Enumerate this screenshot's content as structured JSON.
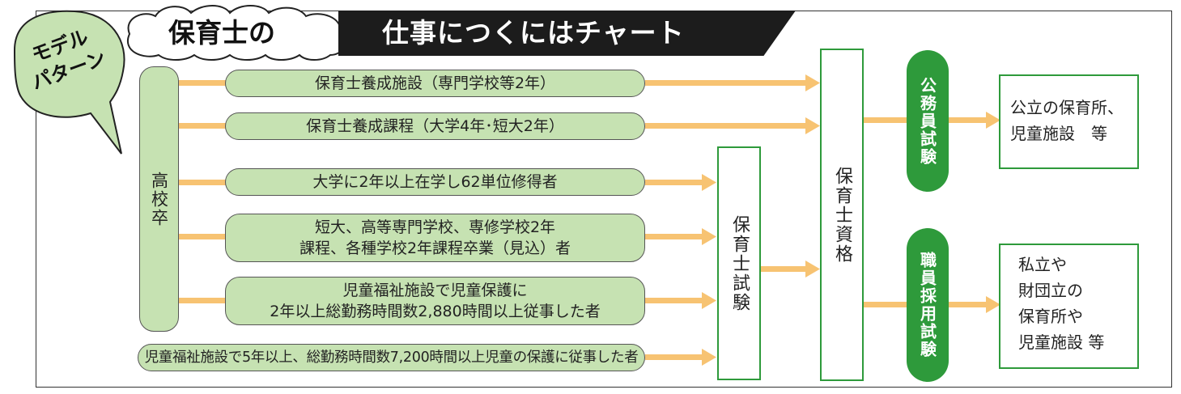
{
  "header": {
    "bubble_line1": "モデル",
    "bubble_line2": "パターン",
    "cloud_title": "保育士の",
    "banner_title": "仕事につくにはチャート"
  },
  "left": {
    "high_school": "高校卒"
  },
  "routes": [
    {
      "text": "保育士養成施設（専門学校等2年）"
    },
    {
      "text": "保育士養成課程（大学4年･短大2年）"
    },
    {
      "text": "大学に2年以上在学し62単位修得者"
    },
    {
      "line1": "短大、高等専門学校、専修学校2年",
      "line2": "課程、各種学校2年課程卒業（見込）者"
    },
    {
      "line1": "児童福祉施設で児童保護に",
      "line2": "2年以上総勤務時間数2,880時間以上従事した者"
    },
    {
      "text": "児童福祉施設で5年以上、総勤務時間数7,200時間以上児童の保護に従事した者"
    }
  ],
  "exam_box": "保育士試験",
  "qualification": "保育士資格",
  "exams": {
    "public": "公務員試験",
    "private": "職員採用試験"
  },
  "destinations": {
    "public_line1": "公立の保育所、",
    "public_line2": "児童施設　等",
    "private_line1": "私立や",
    "private_line2": "財団立の",
    "private_line3": "保育所や",
    "private_line4": "児童施設 等"
  },
  "colors": {
    "pill_green": "#c6e2b2",
    "dark_green": "#2e9a3b",
    "arrow_orange": "#f7c372",
    "banner_black": "#1c1c1c"
  }
}
